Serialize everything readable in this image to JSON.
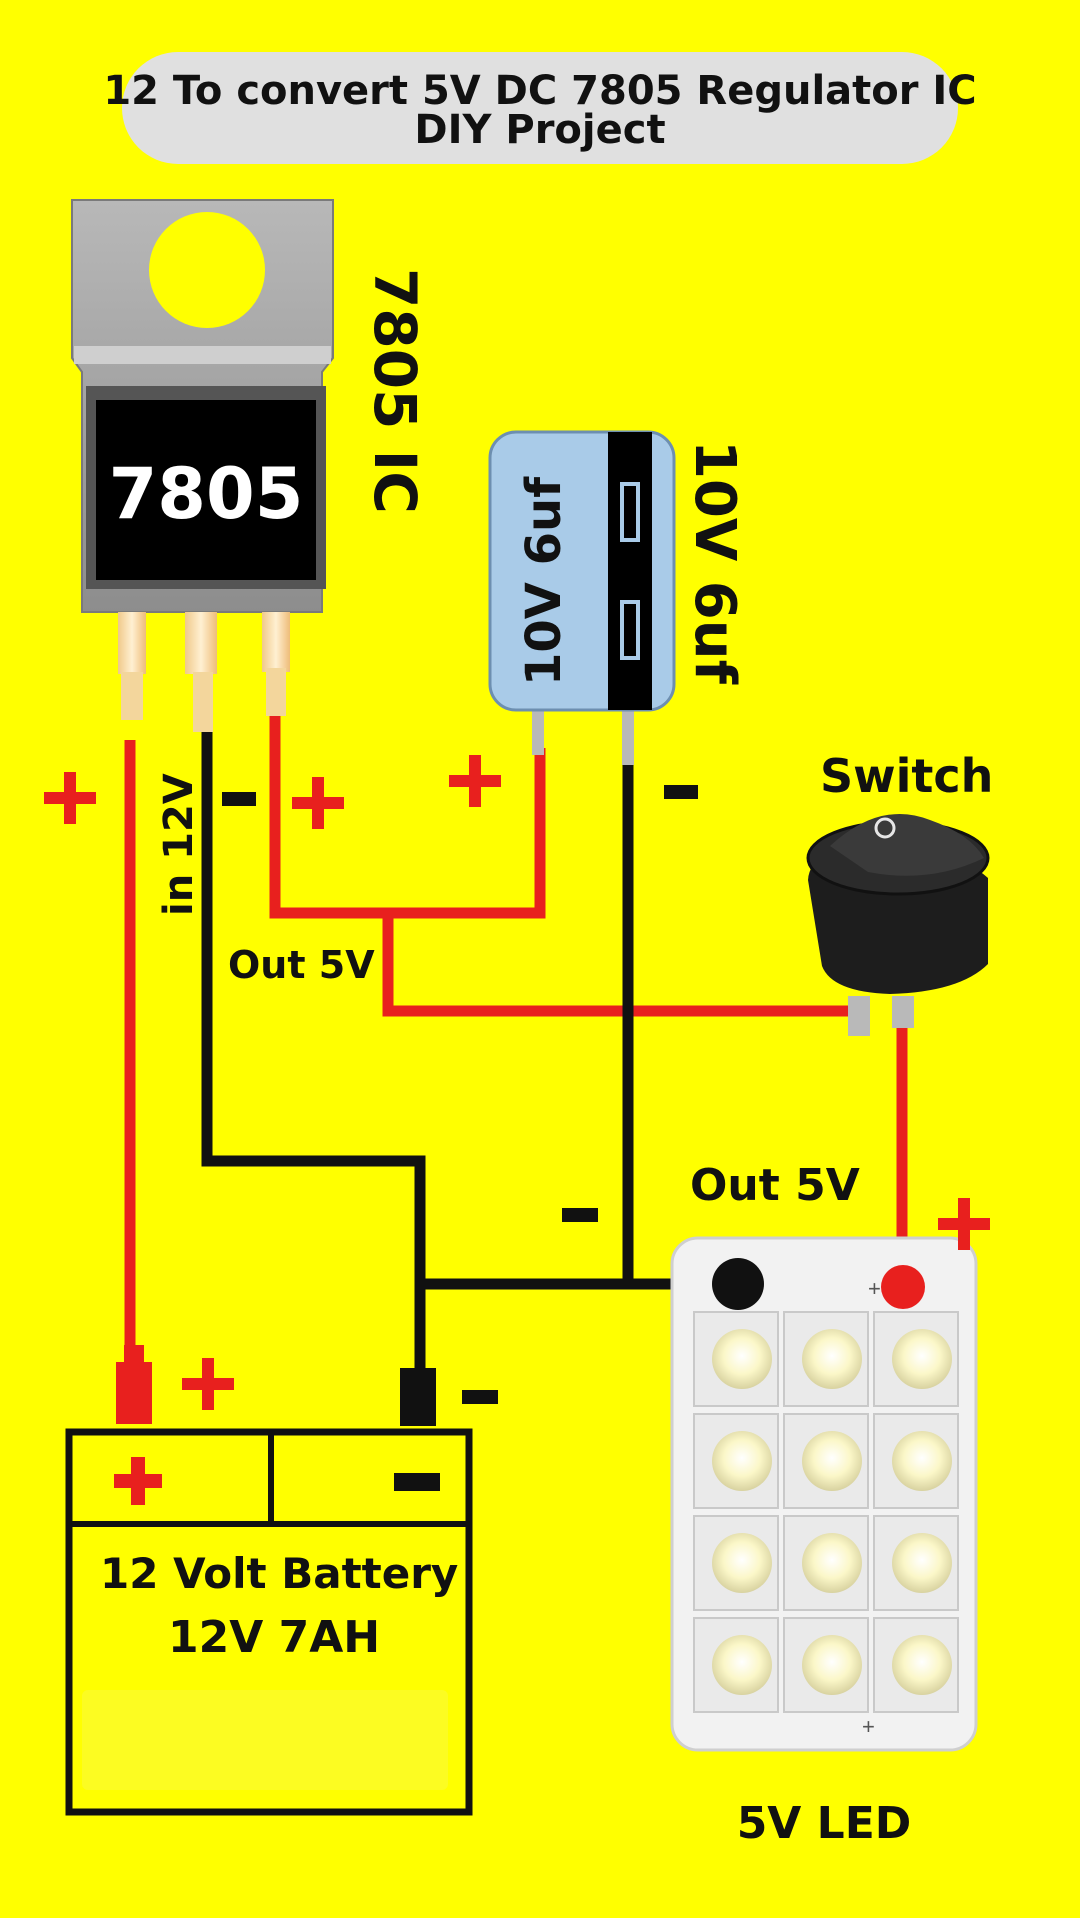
{
  "title": {
    "line1": "12 To convert 5V DC 7805 Regulator IC",
    "line2": "DIY Project"
  },
  "regulator": {
    "chip_label": "7805",
    "side_label": "7805 IC"
  },
  "capacitor": {
    "body_label": "10V 6uf",
    "side_label": "10V 6uf"
  },
  "switch": {
    "label": "Switch"
  },
  "wire_labels": {
    "input_voltage": "in 12V",
    "output_left": "Out 5V",
    "output_right": "Out 5V"
  },
  "polarity": {
    "plus": "+",
    "minus": "-"
  },
  "battery": {
    "line1": "12 Volt Battery",
    "line2": "12V 7AH"
  },
  "led": {
    "label": "5V LED",
    "rows": 4,
    "cols": 3
  },
  "colors": {
    "background": "#ffff00",
    "wire_positive": "#e8201e",
    "wire_negative": "#111111",
    "capacitor_body": "#a9cbe8",
    "title_bar": "#e0e0e0"
  }
}
